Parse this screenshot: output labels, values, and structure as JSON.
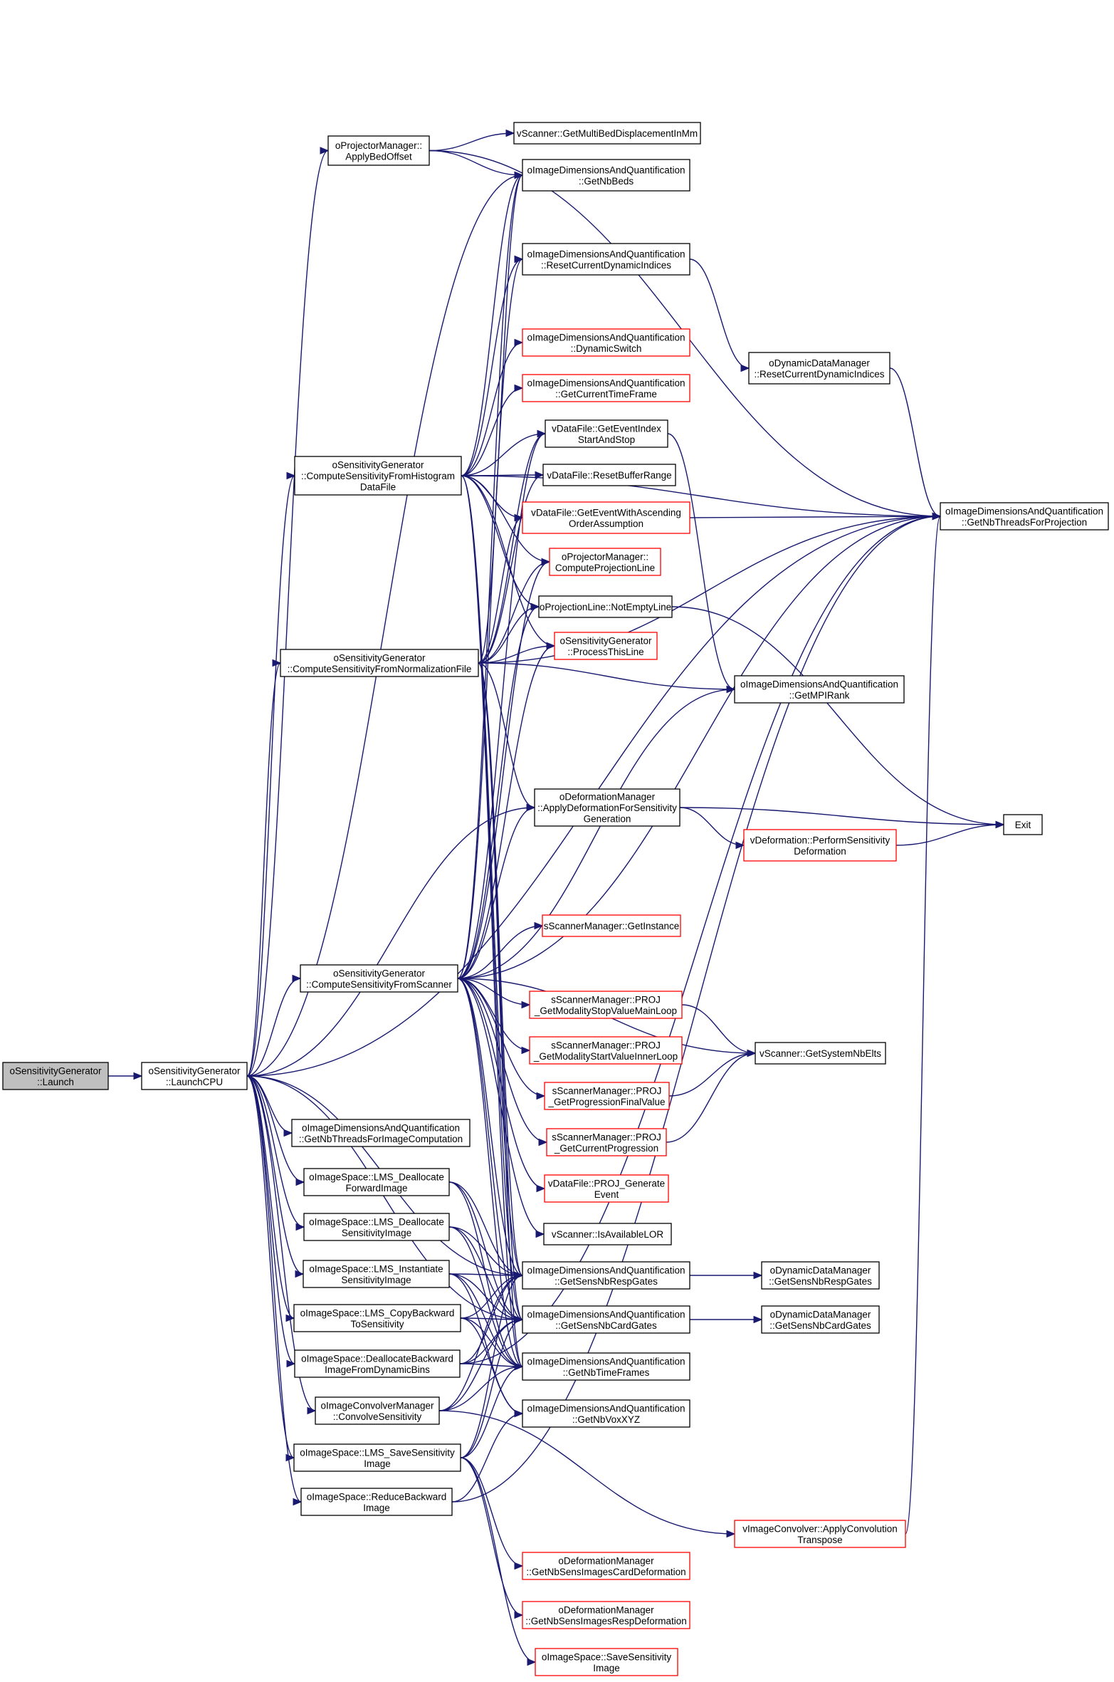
{
  "colors": {
    "edge": "#191970",
    "node_border_normal": "#000000",
    "node_border_truncated": "#ff0000",
    "root_fill": "#bfbfbf",
    "node_fill": "#ffffff",
    "background": "#ffffff"
  },
  "nodes": [
    {
      "id": "launch",
      "lines": [
        "oSensitivityGenerator",
        "::Launch"
      ],
      "style": "root"
    },
    {
      "id": "launchcpu",
      "lines": [
        "oSensitivityGenerator",
        "::LaunchCPU"
      ],
      "style": "normal"
    },
    {
      "id": "applybed",
      "lines": [
        "oProjectorManager::",
        "ApplyBedOffset"
      ],
      "style": "normal"
    },
    {
      "id": "hist",
      "lines": [
        "oSensitivityGenerator",
        "::ComputeSensitivityFromHistogram",
        "DataFile"
      ],
      "style": "normal"
    },
    {
      "id": "norm",
      "lines": [
        "oSensitivityGenerator",
        "::ComputeSensitivityFromNormalizationFile"
      ],
      "style": "normal"
    },
    {
      "id": "scanner",
      "lines": [
        "oSensitivityGenerator",
        "::ComputeSensitivityFromScanner"
      ],
      "style": "normal"
    },
    {
      "id": "nbthreadsimg",
      "lines": [
        "oImageDimensionsAndQuantification",
        "::GetNbThreadsForImageComputation"
      ],
      "style": "normal"
    },
    {
      "id": "lmsdealfwd",
      "lines": [
        "oImageSpace::LMS_Deallocate",
        "ForwardImage"
      ],
      "style": "normal"
    },
    {
      "id": "lmsdealsens",
      "lines": [
        "oImageSpace::LMS_Deallocate",
        "SensitivityImage"
      ],
      "style": "normal"
    },
    {
      "id": "lmsinst",
      "lines": [
        "oImageSpace::LMS_Instantiate",
        "SensitivityImage"
      ],
      "style": "normal"
    },
    {
      "id": "lmscopy",
      "lines": [
        "oImageSpace::LMS_CopyBackward",
        "ToSensitivity"
      ],
      "style": "normal"
    },
    {
      "id": "dealbwd",
      "lines": [
        "oImageSpace::DeallocateBackward",
        "ImageFromDynamicBins"
      ],
      "style": "normal"
    },
    {
      "id": "convolve",
      "lines": [
        "oImageConvolverManager",
        "::ConvolveSensitivity"
      ],
      "style": "normal"
    },
    {
      "id": "lmssave",
      "lines": [
        "oImageSpace::LMS_SaveSensitivity",
        "Image"
      ],
      "style": "normal"
    },
    {
      "id": "reduce",
      "lines": [
        "oImageSpace::ReduceBackward",
        "Image"
      ],
      "style": "normal"
    },
    {
      "id": "multibed",
      "lines": [
        "vScanner::GetMultiBedDisplacementInMm"
      ],
      "style": "normal"
    },
    {
      "id": "nbbeds",
      "lines": [
        "oImageDimensionsAndQuantification",
        "::GetNbBeds"
      ],
      "style": "normal"
    },
    {
      "id": "resetdyn",
      "lines": [
        "oImageDimensionsAndQuantification",
        "::ResetCurrentDynamicIndices"
      ],
      "style": "normal"
    },
    {
      "id": "dynswitch",
      "lines": [
        "oImageDimensionsAndQuantification",
        "::DynamicSwitch"
      ],
      "style": "truncated"
    },
    {
      "id": "curtf",
      "lines": [
        "oImageDimensionsAndQuantification",
        "::GetCurrentTimeFrame"
      ],
      "style": "truncated"
    },
    {
      "id": "evtidx",
      "lines": [
        "vDataFile::GetEventIndex",
        "StartAndStop"
      ],
      "style": "normal"
    },
    {
      "id": "resetbuf",
      "lines": [
        "vDataFile::ResetBufferRange"
      ],
      "style": "normal"
    },
    {
      "id": "evtasc",
      "lines": [
        "vDataFile::GetEventWithAscending",
        "OrderAssumption"
      ],
      "style": "truncated"
    },
    {
      "id": "projline",
      "lines": [
        "oProjectorManager::",
        "ComputeProjectionLine"
      ],
      "style": "truncated"
    },
    {
      "id": "notempty",
      "lines": [
        "oProjectionLine::NotEmptyLine"
      ],
      "style": "normal"
    },
    {
      "id": "process",
      "lines": [
        "oSensitivityGenerator",
        "::ProcessThisLine"
      ],
      "style": "truncated"
    },
    {
      "id": "applydef",
      "lines": [
        "oDeformationManager",
        "::ApplyDeformationForSensitivity",
        "Generation"
      ],
      "style": "normal"
    },
    {
      "id": "getinst",
      "lines": [
        "sScannerManager::GetInstance"
      ],
      "style": "truncated"
    },
    {
      "id": "projstop",
      "lines": [
        "sScannerManager::PROJ",
        "_GetModalityStopValueMainLoop"
      ],
      "style": "truncated"
    },
    {
      "id": "projstart",
      "lines": [
        "sScannerManager::PROJ",
        "_GetModalityStartValueInnerLoop"
      ],
      "style": "truncated"
    },
    {
      "id": "projfinal",
      "lines": [
        "sScannerManager::PROJ",
        "_GetProgressionFinalValue"
      ],
      "style": "truncated"
    },
    {
      "id": "projcur",
      "lines": [
        "sScannerManager::PROJ",
        "_GetCurrentProgression"
      ],
      "style": "truncated"
    },
    {
      "id": "projgen",
      "lines": [
        "vDataFile::PROJ_Generate",
        "Event"
      ],
      "style": "truncated"
    },
    {
      "id": "availlor",
      "lines": [
        "vScanner::IsAvailableLOR"
      ],
      "style": "normal"
    },
    {
      "id": "respgates",
      "lines": [
        "oImageDimensionsAndQuantification",
        "::GetSensNbRespGates"
      ],
      "style": "normal"
    },
    {
      "id": "cardgates",
      "lines": [
        "oImageDimensionsAndQuantification",
        "::GetSensNbCardGates"
      ],
      "style": "normal"
    },
    {
      "id": "timeframes",
      "lines": [
        "oImageDimensionsAndQuantification",
        "::GetNbTimeFrames"
      ],
      "style": "normal"
    },
    {
      "id": "voxxyz",
      "lines": [
        "oImageDimensionsAndQuantification",
        "::GetNbVoxXYZ"
      ],
      "style": "normal"
    },
    {
      "id": "nbsenscard",
      "lines": [
        "oDeformationManager",
        "::GetNbSensImagesCardDeformation"
      ],
      "style": "truncated"
    },
    {
      "id": "nbsensresp",
      "lines": [
        "oDeformationManager",
        "::GetNbSensImagesRespDeformation"
      ],
      "style": "truncated"
    },
    {
      "id": "savesens",
      "lines": [
        "oImageSpace::SaveSensitivity",
        "Image"
      ],
      "style": "truncated"
    },
    {
      "id": "dynreset",
      "lines": [
        "oDynamicDataManager",
        "::ResetCurrentDynamicIndices"
      ],
      "style": "normal"
    },
    {
      "id": "perfdef",
      "lines": [
        "vDeformation::PerformSensitivity",
        "Deformation"
      ],
      "style": "truncated"
    },
    {
      "id": "sysnbelts",
      "lines": [
        "vScanner::GetSystemNbElts"
      ],
      "style": "normal"
    },
    {
      "id": "dynresp",
      "lines": [
        "oDynamicDataManager",
        "::GetSensNbRespGates"
      ],
      "style": "normal"
    },
    {
      "id": "dyncard",
      "lines": [
        "oDynamicDataManager",
        "::GetSensNbCardGates"
      ],
      "style": "normal"
    },
    {
      "id": "applyconv",
      "lines": [
        "vImageConvolver::ApplyConvolution",
        "Transpose"
      ],
      "style": "truncated"
    },
    {
      "id": "nbthreadsproj",
      "lines": [
        "oImageDimensionsAndQuantification",
        "::GetNbThreadsForProjection"
      ],
      "style": "normal"
    },
    {
      "id": "mpirank",
      "lines": [
        "oImageDimensionsAndQuantification",
        "::GetMPIRank"
      ],
      "style": "normal"
    },
    {
      "id": "exit",
      "lines": [
        "Exit"
      ],
      "style": "normal"
    }
  ]
}
